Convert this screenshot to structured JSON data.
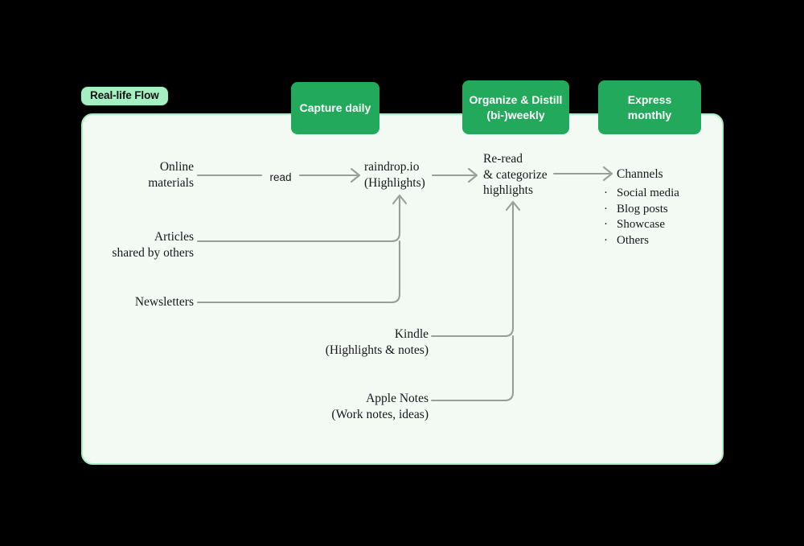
{
  "tab": {
    "label": "Real-life Flow"
  },
  "stages": [
    {
      "name": "capture",
      "label": "Capture daily"
    },
    {
      "name": "organize",
      "label": "Organize & Distill\n(bi-)weekly"
    },
    {
      "name": "express",
      "label": "Express\nmonthly"
    }
  ],
  "stage_labels": {
    "capture": "Capture daily",
    "organize_line1": "Organize & Distill",
    "organize_line2": "(bi-)weekly",
    "express_line1": "Express",
    "express_line2": "monthly"
  },
  "sources": {
    "online_line1": "Online",
    "online_line2": "materials",
    "articles_line1": "Articles",
    "articles_line2": "shared by others",
    "newsletters": "Newsletters",
    "kindle_line1": "Kindle",
    "kindle_line2": "(Highlights & notes)",
    "applenotes_line1": "Apple Notes",
    "applenotes_line2": "(Work notes, ideas)"
  },
  "edges": {
    "read": "read"
  },
  "nodes": {
    "raindrop_line1": "raindrop.io",
    "raindrop_line2": "(Highlights)",
    "reread_line1": "Re-read",
    "reread_line2": "& categorize",
    "reread_line3": "highlights",
    "channels": "Channels"
  },
  "channels_list": [
    "Social media",
    "Blog posts",
    "Showcase",
    "Others"
  ],
  "bullet_glyph": "·",
  "colors": {
    "background": "#000000",
    "panel_fill": "#F3FAF4",
    "panel_border": "#A6EFC2",
    "stage_box": "#22A95C",
    "stage_box_text": "#FFFFFF",
    "tab_fill": "#A4F0C3",
    "tab_border": "#1B1B1B",
    "wire": "#9A9E9B",
    "text": "#17181A"
  }
}
